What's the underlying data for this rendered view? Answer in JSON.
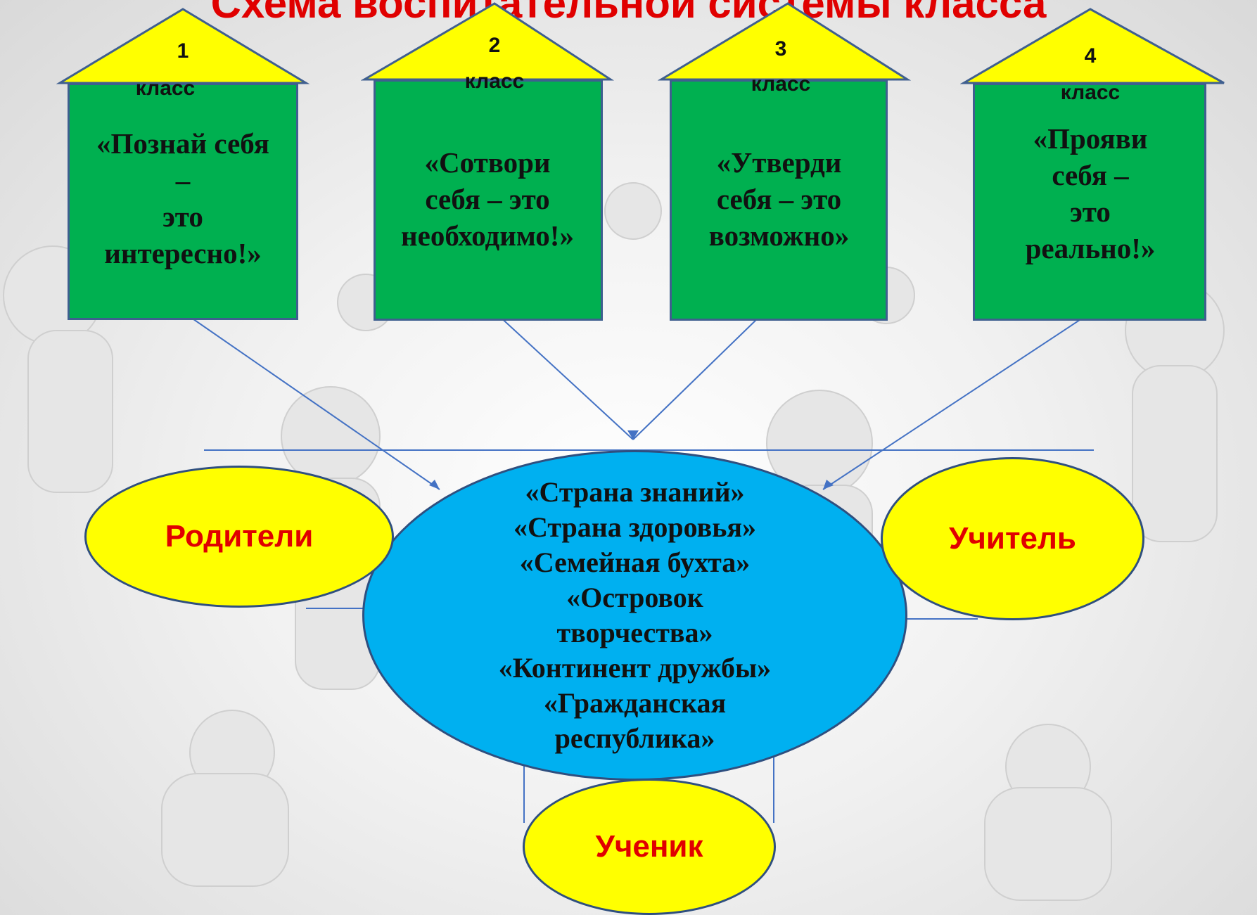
{
  "title": "Схема воспитательной системы класса",
  "houses": [
    {
      "grade_num": "1",
      "grade_word": "класс",
      "motto": [
        "«Познай себя",
        "–",
        "это",
        "интересно!»"
      ]
    },
    {
      "grade_num": "2",
      "grade_word": "класс",
      "motto": [
        "«Сотвори",
        "себя – это",
        "необходимо!»"
      ]
    },
    {
      "grade_num": "3",
      "grade_word": "класс",
      "motto": [
        "«Утверди",
        "себя – это",
        "возможно»"
      ]
    },
    {
      "grade_num": "4",
      "grade_word": "класс",
      "motto": [
        "«Прояви",
        "себя –",
        "это",
        "реально!»"
      ]
    }
  ],
  "center": {
    "items": [
      "«Страна знаний»",
      "«Страна здоровья»",
      "«Семейная бухта»",
      "«Островок",
      "творчества»",
      "«Континент дружбы»",
      "«Гражданская",
      "республика»"
    ]
  },
  "participants": {
    "parents": "Родители",
    "teacher": "Учитель",
    "student": "Ученик"
  },
  "colors": {
    "title": "#e00000",
    "house_body": "#00b050",
    "roof": "#ffff00",
    "center_oval": "#00b0f0",
    "participant_oval": "#ffff00",
    "participant_text": "#e00000",
    "connector": "#4472c4"
  }
}
